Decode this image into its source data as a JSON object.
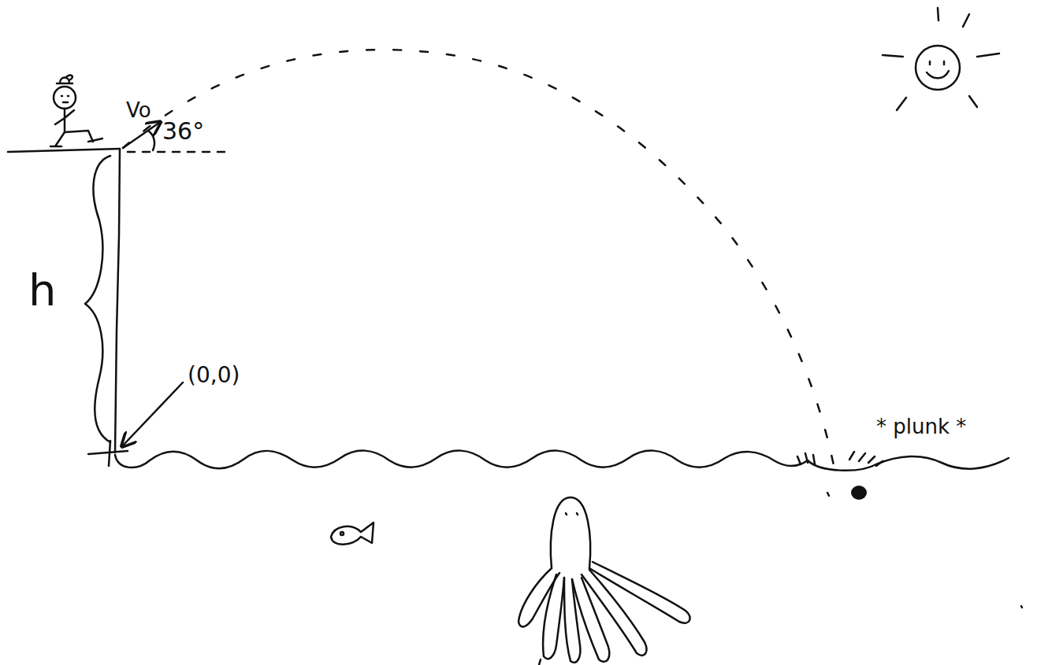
{
  "diagram": {
    "labels": [
      "Vo",
      "36°",
      "h",
      "(0,0)",
      "* plunk *"
    ]
  }
}
